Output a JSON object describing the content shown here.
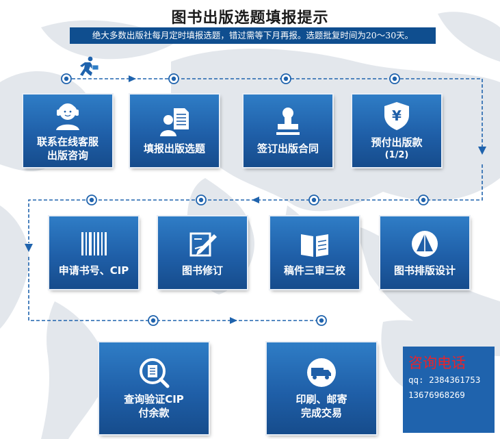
{
  "header": {
    "title": "图书出版选题填报提示",
    "notice": "绝大多数出版社每月定时填报选题，错过需等下月再报。选题批复时间为20～30天。"
  },
  "steps": [
    {
      "label": "联系在线客服",
      "sub": "出版咨询",
      "icon": "customer-service-icon"
    },
    {
      "label": "填报出版选题",
      "sub": "",
      "icon": "document-user-icon"
    },
    {
      "label": "签订出版合同",
      "sub": "",
      "icon": "stamp-icon"
    },
    {
      "label": "预付出版款",
      "sub": "(1/2)",
      "icon": "yen-shield-icon"
    },
    {
      "label": "图书排版设计",
      "sub": "",
      "icon": "layout-design-icon"
    },
    {
      "label": "稿件三审三校",
      "sub": "",
      "icon": "open-book-icon"
    },
    {
      "label": "图书修订",
      "sub": "",
      "icon": "edit-icon"
    },
    {
      "label": "申请书号、CIP",
      "sub": "",
      "icon": "barcode-icon"
    },
    {
      "label": "查询验证CIP",
      "sub": "付余款",
      "icon": "search-document-icon"
    },
    {
      "label": "印刷、邮寄",
      "sub": "完成交易",
      "icon": "delivery-truck-icon"
    }
  ],
  "contact": {
    "heading": "咨询电话",
    "qq": "qq: 2384361753",
    "phone": "13676968269"
  },
  "colors": {
    "card_top": "#2f7dc6",
    "card_bottom": "#164c8c",
    "banner": "#0f4e8f",
    "flow_line": "#1f63ad",
    "contact_bg": "#1f63ad",
    "contact_heading": "#e8232a"
  }
}
